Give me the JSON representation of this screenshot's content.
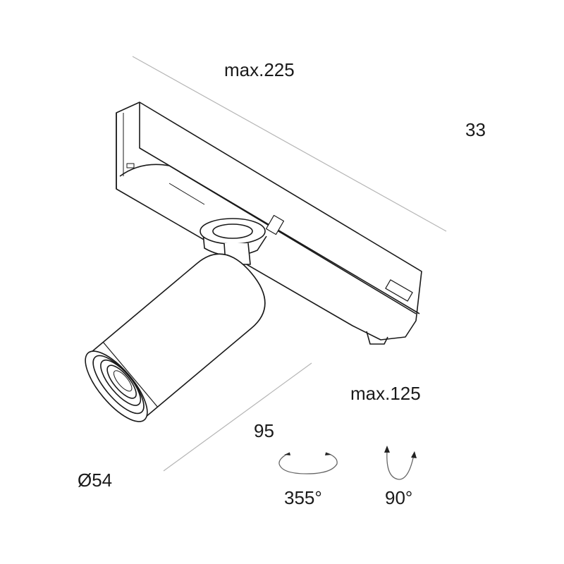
{
  "dimensions": {
    "length": "max.225",
    "height": "33",
    "projection": "max.125",
    "body_length": "95",
    "diameter": "Ø54"
  },
  "rotation": {
    "horizontal": "355°",
    "vertical": "90°"
  },
  "colors": {
    "line": "#1a1a1a",
    "dimension_line": "#b0b0b0"
  }
}
